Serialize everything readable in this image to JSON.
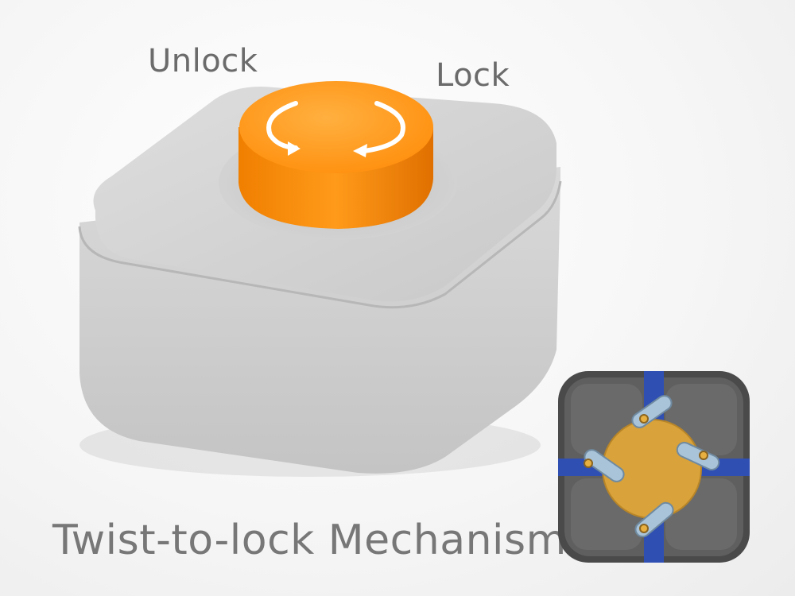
{
  "labels": {
    "unlock": "Unlock",
    "lock": "Lock",
    "title": "Twist-to-lock Mechanism"
  },
  "colors": {
    "housing": "#cfcfcf",
    "knob": "#ff9612",
    "inset_plate": "#5f5f5f",
    "inset_gear": "#d9a23a",
    "inset_bar": "#2f4fb3",
    "inset_link": "#a9c3d8"
  },
  "icons": [
    "rotate-arrows-icon"
  ]
}
